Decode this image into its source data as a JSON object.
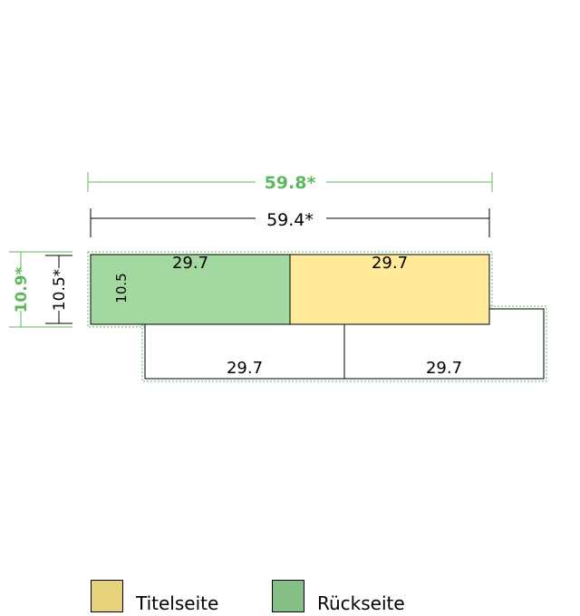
{
  "dimensions": {
    "outer_width": "59.8*",
    "inner_width": "59.4*",
    "outer_height": "10.9*",
    "inner_height": "10.5*"
  },
  "panels": {
    "back_width": "29.7",
    "back_height": "10.5",
    "title_width": "29.7",
    "lower_left_width": "29.7",
    "lower_right_width": "29.7"
  },
  "legend": {
    "title_label": "Titelseite",
    "back_label": "Rückseite"
  },
  "colors": {
    "green_dim": "#5cb85c",
    "back_panel": "#a3d9a0",
    "title_panel": "#ffeb99",
    "legend_title": "#e6d27a",
    "legend_back": "#86bf86",
    "line": "#000000"
  }
}
